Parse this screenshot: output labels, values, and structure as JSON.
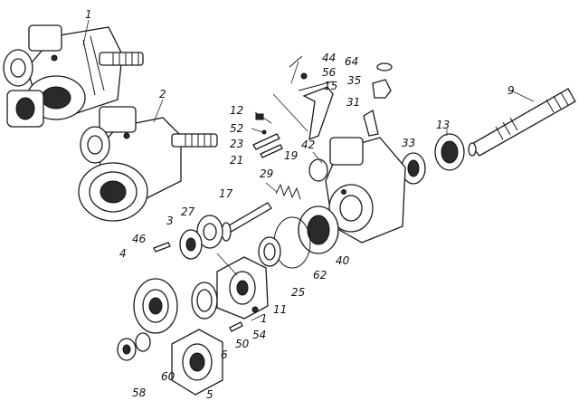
{
  "diagram": {
    "callouts": [
      "1",
      "2",
      "44",
      "56",
      "64",
      "15",
      "35",
      "9",
      "12",
      "52",
      "31",
      "42",
      "13",
      "33",
      "23",
      "21",
      "19",
      "29",
      "17",
      "27",
      "3",
      "46",
      "4",
      "40",
      "62",
      "25",
      "11",
      "1",
      "54",
      "50",
      "6",
      "60",
      "58",
      "5"
    ]
  }
}
